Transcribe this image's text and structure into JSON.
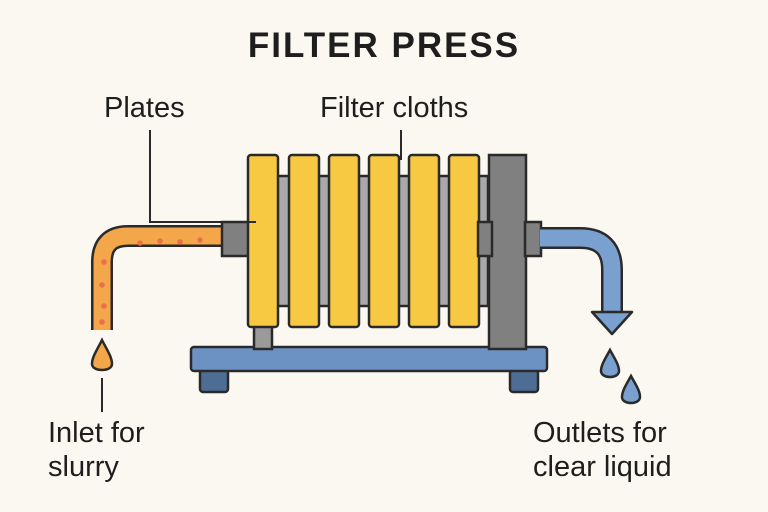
{
  "title": "FILTER PRESS",
  "labels": {
    "plates": "Plates",
    "filter_cloths": "Filter cloths",
    "inlet_line1": "Inlet for",
    "inlet_line2": "slurry",
    "outlet_line1": "Outlets for",
    "outlet_line2": "clear liquid"
  },
  "colors": {
    "background": "#fbf8f1",
    "plate": "#f7c942",
    "cloth": "#a9a9a9",
    "frame": "#808080",
    "base": "#6c92c4",
    "feet": "#4e6d94",
    "inlet_pipe": "#f4a64a",
    "slurry_dots": "#e8714a",
    "outlet_pipe": "#7aa0cf",
    "outline": "#2a2a2a"
  }
}
